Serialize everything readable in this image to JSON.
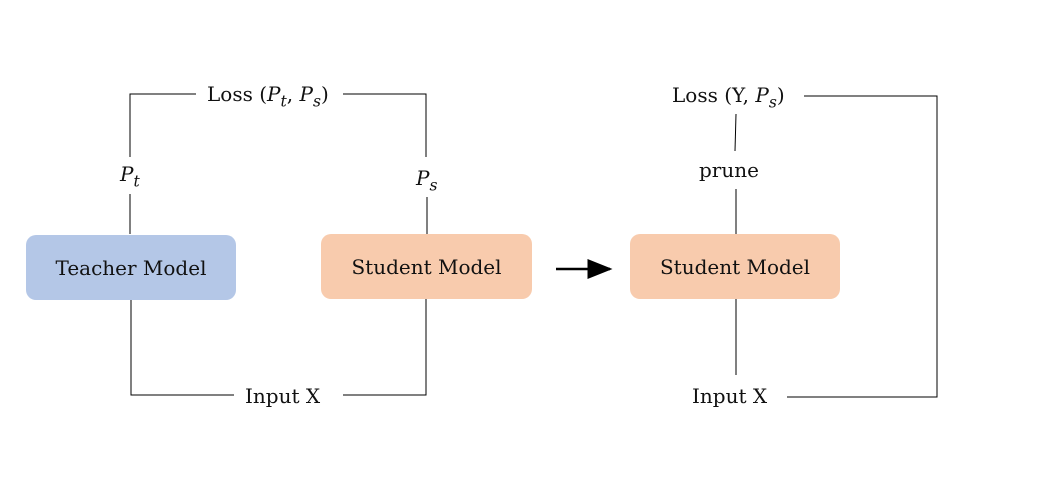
{
  "colors": {
    "teacher_fill": "#b4c7e7",
    "student_fill": "#f8cbad",
    "line": "#000000"
  },
  "left_diagram": {
    "teacher_box": "Teacher Model",
    "student_box": "Student Model",
    "loss_label": "Loss (",
    "loss_arg1": "P",
    "loss_arg1_sub": "t",
    "loss_sep": ", ",
    "loss_arg2": "P",
    "loss_arg2_sub": "s",
    "loss_close": ")",
    "teacher_output": "P",
    "teacher_output_sub": "t",
    "student_output": "P",
    "student_output_sub": "s",
    "input_label": "Input X"
  },
  "arrow": {
    "icon": "right-arrow-icon"
  },
  "right_diagram": {
    "student_box": "Student Model",
    "prune_label": "prune",
    "loss_label": "Loss (Y, ",
    "loss_arg": "P",
    "loss_arg_sub": "s",
    "loss_close": ")",
    "input_label": "Input X"
  }
}
